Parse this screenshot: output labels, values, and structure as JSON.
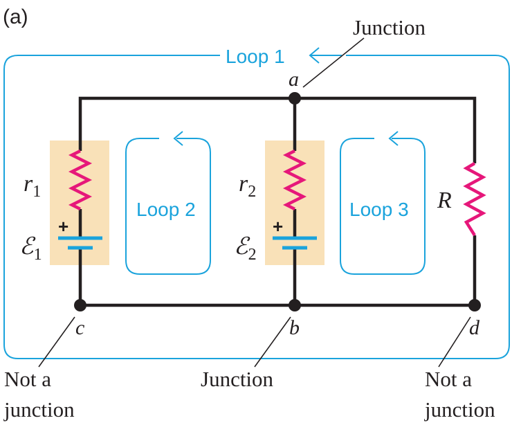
{
  "panel_label": "(a)",
  "loops": [
    {
      "label": "Loop 1"
    },
    {
      "label": "Loop 2"
    },
    {
      "label": "Loop 3"
    }
  ],
  "nodes": {
    "a": "a",
    "b": "b",
    "c": "c",
    "d": "d"
  },
  "components": {
    "r1": {
      "symbol": "r",
      "sub": "1"
    },
    "r2": {
      "symbol": "r",
      "sub": "2"
    },
    "R": {
      "symbol": "R"
    },
    "emf1": {
      "symbol": "ℰ",
      "sub": "1",
      "plus": "+"
    },
    "emf2": {
      "symbol": "ℰ",
      "sub": "2",
      "plus": "+"
    }
  },
  "callouts": {
    "junction_top": "Junction",
    "junction_bottom": "Junction",
    "not_junction_left_line1": "Not a",
    "not_junction_left_line2": "junction",
    "not_junction_right_line1": "Not a",
    "not_junction_right_line2": "junction"
  },
  "colors": {
    "wire": "#231f20",
    "loop": "#1aa3dc",
    "resistor": "#e6177a",
    "battery_shade": "#f9e1b8"
  }
}
